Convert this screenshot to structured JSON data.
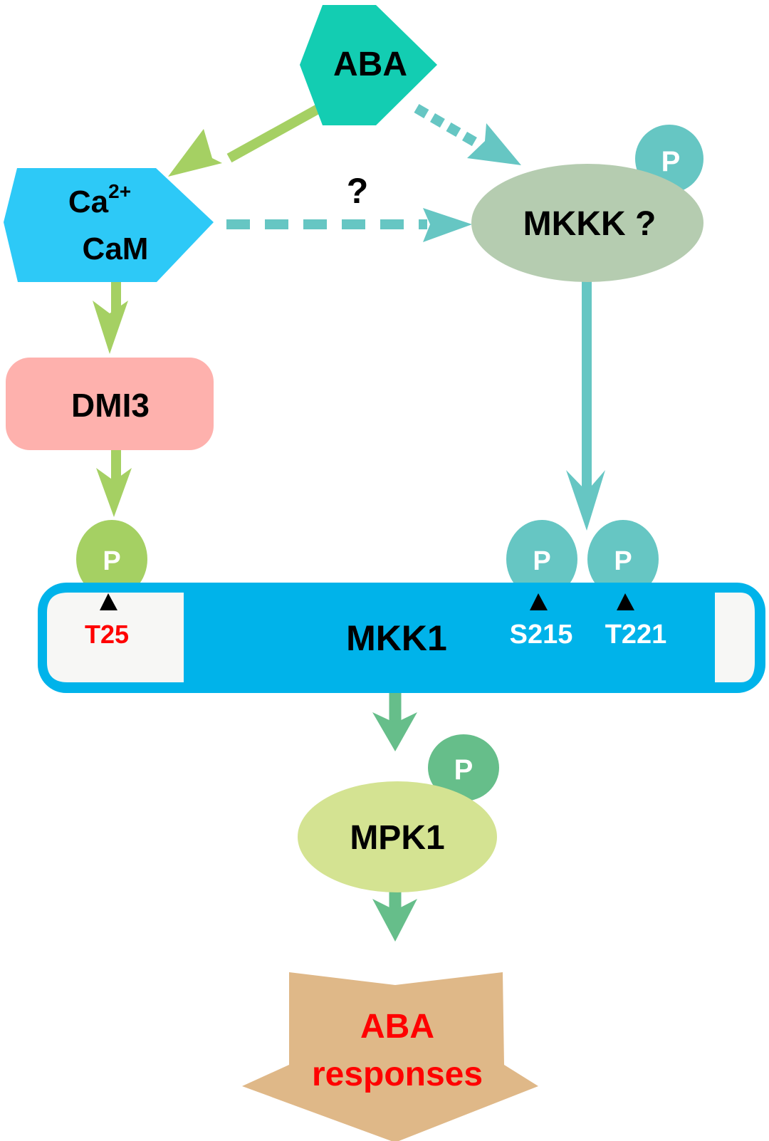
{
  "diagram": {
    "title": "ABA signaling via Ca2+/CaM, DMI3 and MKK1-MPK1",
    "colors": {
      "aba_node": "#13CDB2",
      "ca_node": "#2DC9F7",
      "mkkk_node": "#B5CCB0",
      "dmi3_node": "#FEB1AD",
      "mkk1_bar": "#00B3EA",
      "mkk1_end_cap": "#F7F7F5",
      "mpk1_node": "#D4E392",
      "responses_node": "#DFB888",
      "green_arrow": "#A5D063",
      "teal_arrow": "#66C6C3",
      "mpk_arrow": "#66BE8A",
      "phospho_green": "#A5D063",
      "phospho_teal": "#66C6C3",
      "phospho_mpk": "#66BE8A",
      "red_text": "#FF0000"
    },
    "nodes": {
      "aba": {
        "label": "ABA"
      },
      "ca": {
        "label_line1": "Ca",
        "superscript": "2+",
        "label_line2": "CaM"
      },
      "mkkk": {
        "label": "MKKK ?"
      },
      "dmi3": {
        "label": "DMI3"
      },
      "mkk1": {
        "label": "MKK1"
      },
      "mpk1": {
        "label": "MPK1"
      },
      "responses": {
        "label_line1": "ABA",
        "label_line2": "responses"
      }
    },
    "question_mark": "?",
    "phospho_label": "P",
    "sites": [
      {
        "label": "T25"
      },
      {
        "label": "S215"
      },
      {
        "label": "T221"
      }
    ],
    "edges": [
      {
        "from": "ABA",
        "to": "Ca2+/CaM",
        "style": "solid"
      },
      {
        "from": "ABA",
        "to": "MKKK",
        "style": "dashed"
      },
      {
        "from": "Ca2+/CaM",
        "to": "MKKK",
        "style": "dashed",
        "label": "?"
      },
      {
        "from": "Ca2+/CaM",
        "to": "DMI3",
        "style": "solid"
      },
      {
        "from": "DMI3",
        "to": "MKK1 T25",
        "style": "solid"
      },
      {
        "from": "MKKK",
        "to": "MKK1 S215/T221",
        "style": "solid"
      },
      {
        "from": "MKK1",
        "to": "MPK1",
        "style": "solid"
      },
      {
        "from": "MPK1",
        "to": "ABA responses",
        "style": "solid"
      }
    ]
  }
}
